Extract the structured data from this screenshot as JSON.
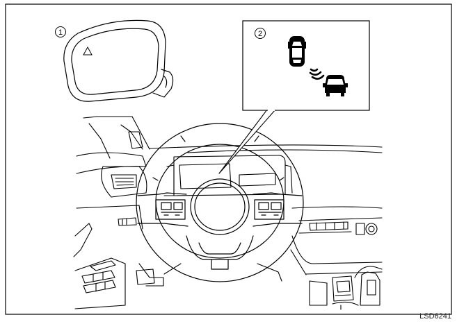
{
  "figure": {
    "callouts": [
      {
        "number": "1"
      },
      {
        "number": "2"
      }
    ],
    "figure_code": "LSD6241",
    "icons": [
      "side-mirror-warning-triangle-icon",
      "own-vehicle-icon",
      "detection-waves-icon",
      "adjacent-vehicle-icon",
      "steering-wheel",
      "instrument-cluster"
    ],
    "colors": {
      "line": "#000000",
      "background": "#ffffff"
    }
  }
}
